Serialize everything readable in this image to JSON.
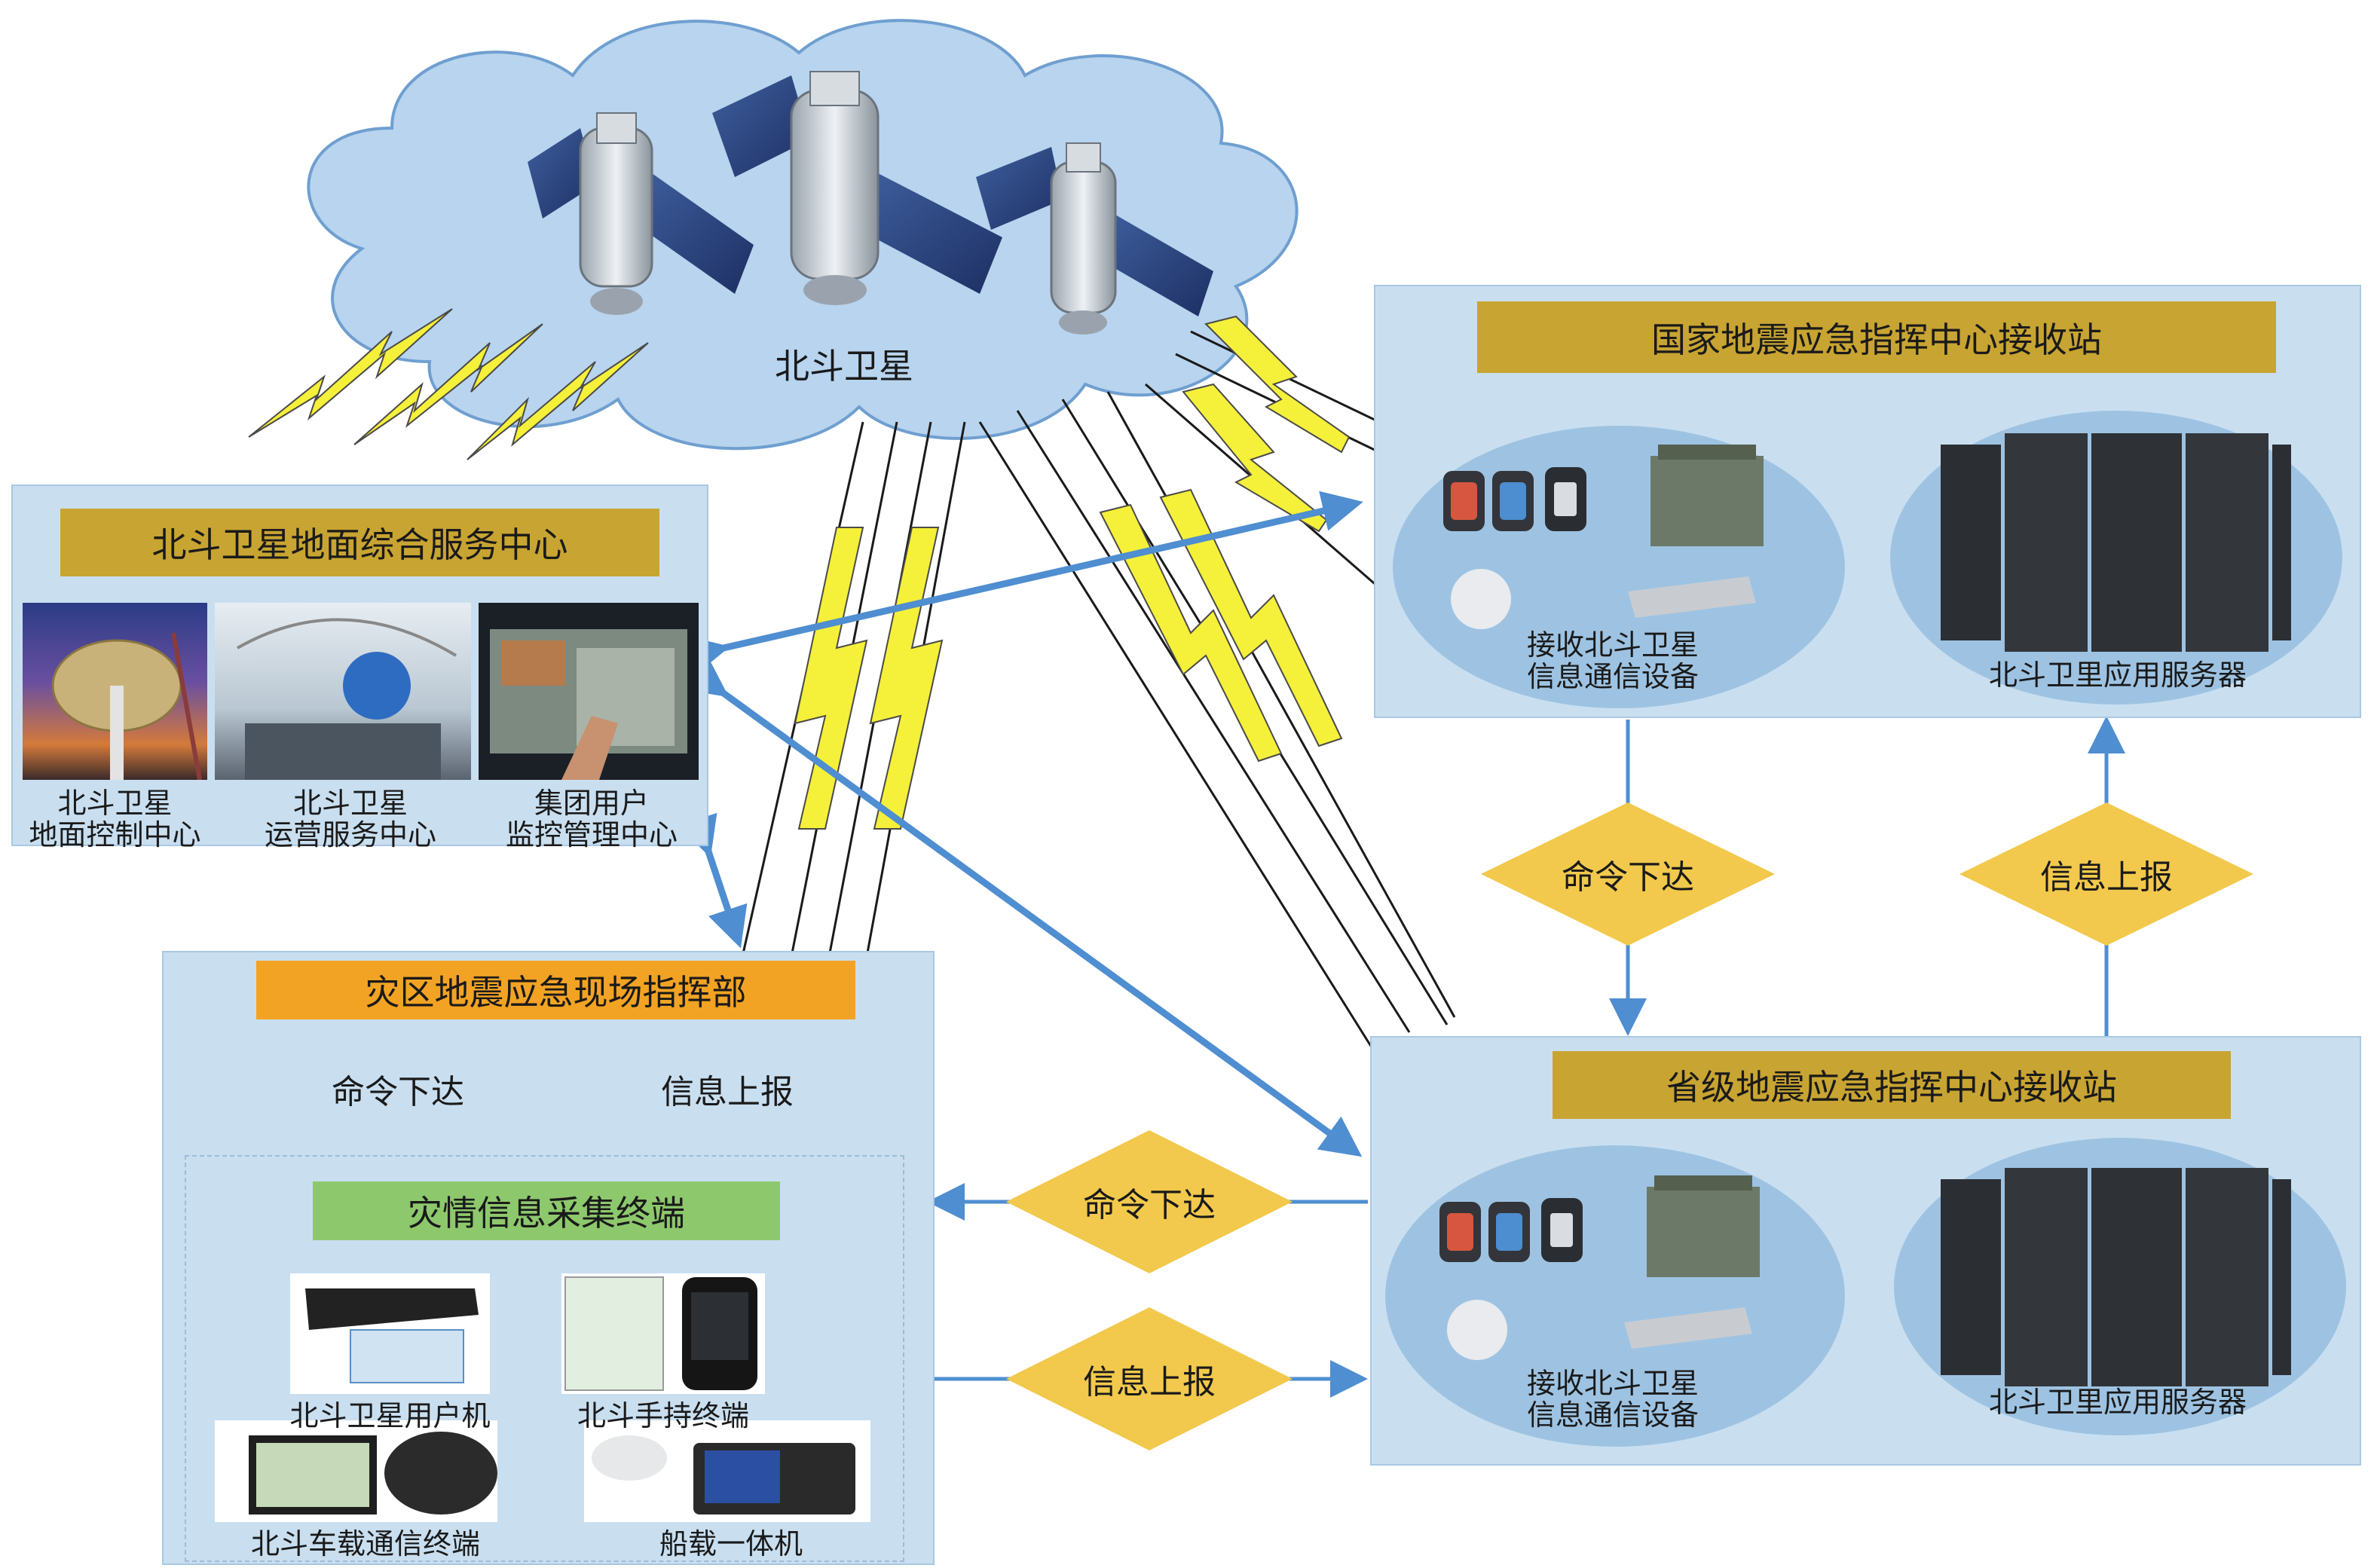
{
  "satellite_cloud": {
    "label": "北斗卫星"
  },
  "ground_center": {
    "title": "北斗卫星地面综合服务中心",
    "items": [
      {
        "label_line1": "北斗卫星",
        "label_line2": "地面控制中心"
      },
      {
        "label_line1": "北斗卫星",
        "label_line2": "运营服务中心"
      },
      {
        "label_line1": "集团用户",
        "label_line2": "监控管理中心"
      }
    ]
  },
  "national_station": {
    "title": "国家地震应急指挥中心接收站",
    "device_label_line1": "接收北斗卫星",
    "device_label_line2": "信息通信设备",
    "server_label": "北斗卫里应用服务器"
  },
  "provincial_station": {
    "title": "省级地震应急指挥中心接收站",
    "device_label_line1": "接收北斗卫星",
    "device_label_line2": "信息通信设备",
    "server_label": "北斗卫里应用服务器"
  },
  "field_command": {
    "title": "灾区地震应急现场指挥部",
    "command_label": "命令下达",
    "report_label": "信息上报",
    "terminal_title": "灾情信息采集终端",
    "terminals": [
      {
        "label": "北斗卫星用户机"
      },
      {
        "label": "北斗手持终端"
      },
      {
        "label": "北斗车载通信终端"
      },
      {
        "label": "船载一体机"
      }
    ]
  },
  "flows": {
    "national_to_provincial": "命令下达",
    "provincial_to_national": "信息上报",
    "provincial_to_field": "命令下达",
    "field_to_provincial": "信息上报"
  },
  "colors": {
    "panel_fill": "#c9dff0",
    "gold_title": "#c8a432",
    "orange_title": "#f2a324",
    "green_title": "#8dc86d",
    "diamond": "#f2c94c",
    "arrow": "#4f8ed0",
    "lightning": "#f5f03a",
    "cloud": "#b8d4ee"
  }
}
